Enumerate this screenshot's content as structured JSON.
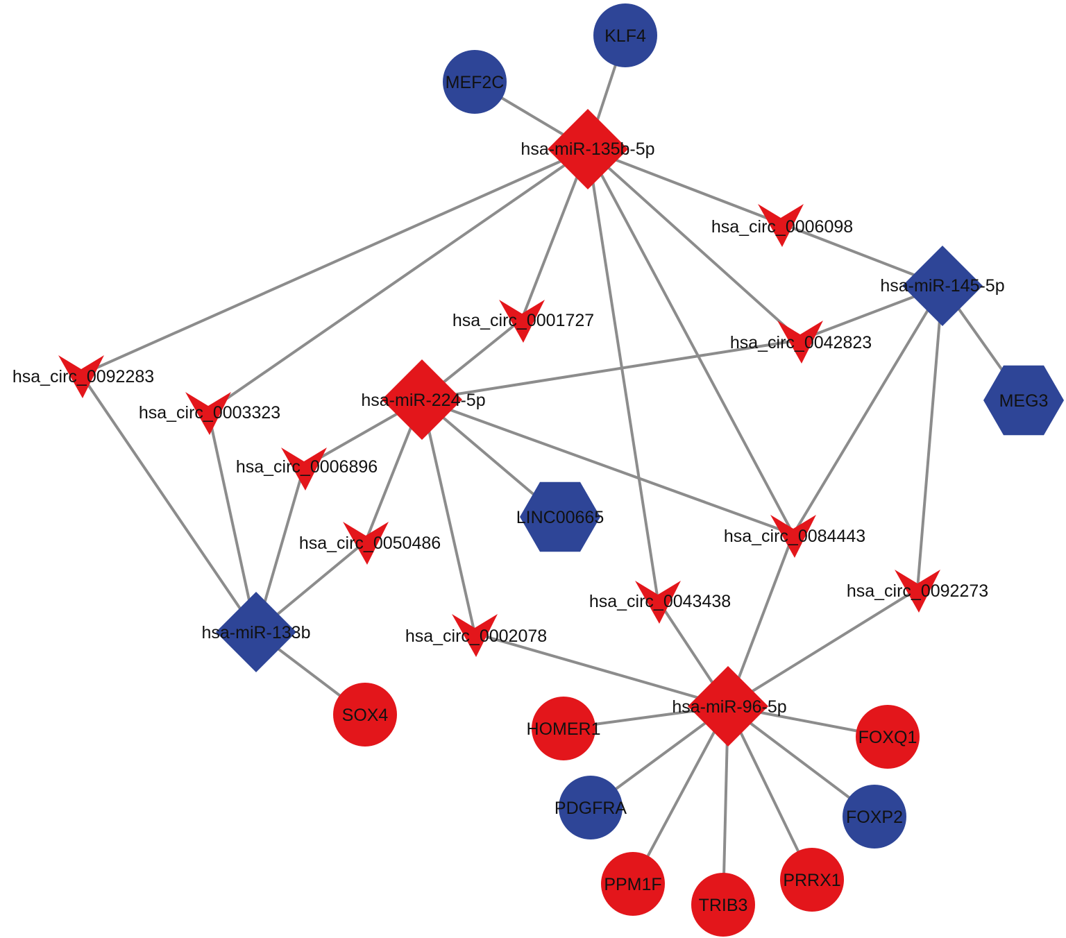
{
  "colors": {
    "red": "#e3161b",
    "blue": "#2e4597",
    "edge": "#8c8c8c",
    "text": "#111111"
  },
  "nodes": [
    {
      "id": "klf4",
      "label": "KLF4",
      "shape": "circle",
      "color": "blue"
    },
    {
      "id": "mef2c",
      "label": "MEF2C",
      "shape": "circle",
      "color": "blue"
    },
    {
      "id": "mir135b",
      "label": "hsa-miR-135b-5p",
      "shape": "diamond",
      "color": "red"
    },
    {
      "id": "c6098",
      "label": "hsa_circ_0006098",
      "shape": "vee",
      "color": "red"
    },
    {
      "id": "mir145",
      "label": "hsa-miR-145-5p",
      "shape": "diamond",
      "color": "blue"
    },
    {
      "id": "c1727",
      "label": "hsa_circ_0001727",
      "shape": "vee",
      "color": "red"
    },
    {
      "id": "c42823",
      "label": "hsa_circ_0042823",
      "shape": "vee",
      "color": "red"
    },
    {
      "id": "c92283",
      "label": "hsa_circ_0092283",
      "shape": "vee",
      "color": "red"
    },
    {
      "id": "c3323",
      "label": "hsa_circ_0003323",
      "shape": "vee",
      "color": "red"
    },
    {
      "id": "mir224",
      "label": "hsa-miR-224-5p",
      "shape": "diamond",
      "color": "red"
    },
    {
      "id": "meg3",
      "label": "MEG3",
      "shape": "hexagon",
      "color": "blue"
    },
    {
      "id": "c6896",
      "label": "hsa_circ_0006896",
      "shape": "vee",
      "color": "red"
    },
    {
      "id": "linc00665",
      "label": "LINC00665",
      "shape": "hexagon",
      "color": "blue"
    },
    {
      "id": "c50486",
      "label": "hsa_circ_0050486",
      "shape": "vee",
      "color": "red"
    },
    {
      "id": "c84443",
      "label": "hsa_circ_0084443",
      "shape": "vee",
      "color": "red"
    },
    {
      "id": "c92273",
      "label": "hsa_circ_0092273",
      "shape": "vee",
      "color": "red"
    },
    {
      "id": "c43438",
      "label": "hsa_circ_0043438",
      "shape": "vee",
      "color": "red"
    },
    {
      "id": "mir133b",
      "label": "hsa-miR-133b",
      "shape": "diamond",
      "color": "blue"
    },
    {
      "id": "c2078",
      "label": "hsa_circ_0002078",
      "shape": "vee",
      "color": "red"
    },
    {
      "id": "sox4",
      "label": "SOX4",
      "shape": "circle",
      "color": "red"
    },
    {
      "id": "mir96",
      "label": "hsa-miR-96-5p",
      "shape": "diamond",
      "color": "red"
    },
    {
      "id": "homer1",
      "label": "HOMER1",
      "shape": "circle",
      "color": "red"
    },
    {
      "id": "foxq1",
      "label": "FOXQ1",
      "shape": "circle",
      "color": "red"
    },
    {
      "id": "pdgfra",
      "label": "PDGFRA",
      "shape": "circle",
      "color": "blue"
    },
    {
      "id": "foxp2",
      "label": "FOXP2",
      "shape": "circle",
      "color": "blue"
    },
    {
      "id": "ppm1f",
      "label": "PPM1F",
      "shape": "circle",
      "color": "red"
    },
    {
      "id": "trib3",
      "label": "TRIB3",
      "shape": "circle",
      "color": "red"
    },
    {
      "id": "prrx1",
      "label": "PRRX1",
      "shape": "circle",
      "color": "red"
    }
  ],
  "edges": [
    [
      "mir135b",
      "klf4"
    ],
    [
      "mir135b",
      "mef2c"
    ],
    [
      "mir135b",
      "c6098"
    ],
    [
      "mir135b",
      "c1727"
    ],
    [
      "mir135b",
      "c42823"
    ],
    [
      "mir135b",
      "c92283"
    ],
    [
      "mir135b",
      "c3323"
    ],
    [
      "mir135b",
      "c84443"
    ],
    [
      "mir135b",
      "c43438"
    ],
    [
      "mir145",
      "c6098"
    ],
    [
      "mir145",
      "c42823"
    ],
    [
      "mir145",
      "meg3"
    ],
    [
      "mir145",
      "c84443"
    ],
    [
      "mir145",
      "c92273"
    ],
    [
      "mir224",
      "c1727"
    ],
    [
      "mir224",
      "c42823"
    ],
    [
      "mir224",
      "c6896"
    ],
    [
      "mir224",
      "linc00665"
    ],
    [
      "mir224",
      "c50486"
    ],
    [
      "mir224",
      "c84443"
    ],
    [
      "mir224",
      "c2078"
    ],
    [
      "mir133b",
      "c92283"
    ],
    [
      "mir133b",
      "c3323"
    ],
    [
      "mir133b",
      "c6896"
    ],
    [
      "mir133b",
      "c50486"
    ],
    [
      "mir133b",
      "sox4"
    ],
    [
      "mir96",
      "c2078"
    ],
    [
      "mir96",
      "c43438"
    ],
    [
      "mir96",
      "c84443"
    ],
    [
      "mir96",
      "c92273"
    ],
    [
      "mir96",
      "homer1"
    ],
    [
      "mir96",
      "foxq1"
    ],
    [
      "mir96",
      "pdgfra"
    ],
    [
      "mir96",
      "foxp2"
    ],
    [
      "mir96",
      "ppm1f"
    ],
    [
      "mir96",
      "trib3"
    ],
    [
      "mir96",
      "prrx1"
    ]
  ]
}
